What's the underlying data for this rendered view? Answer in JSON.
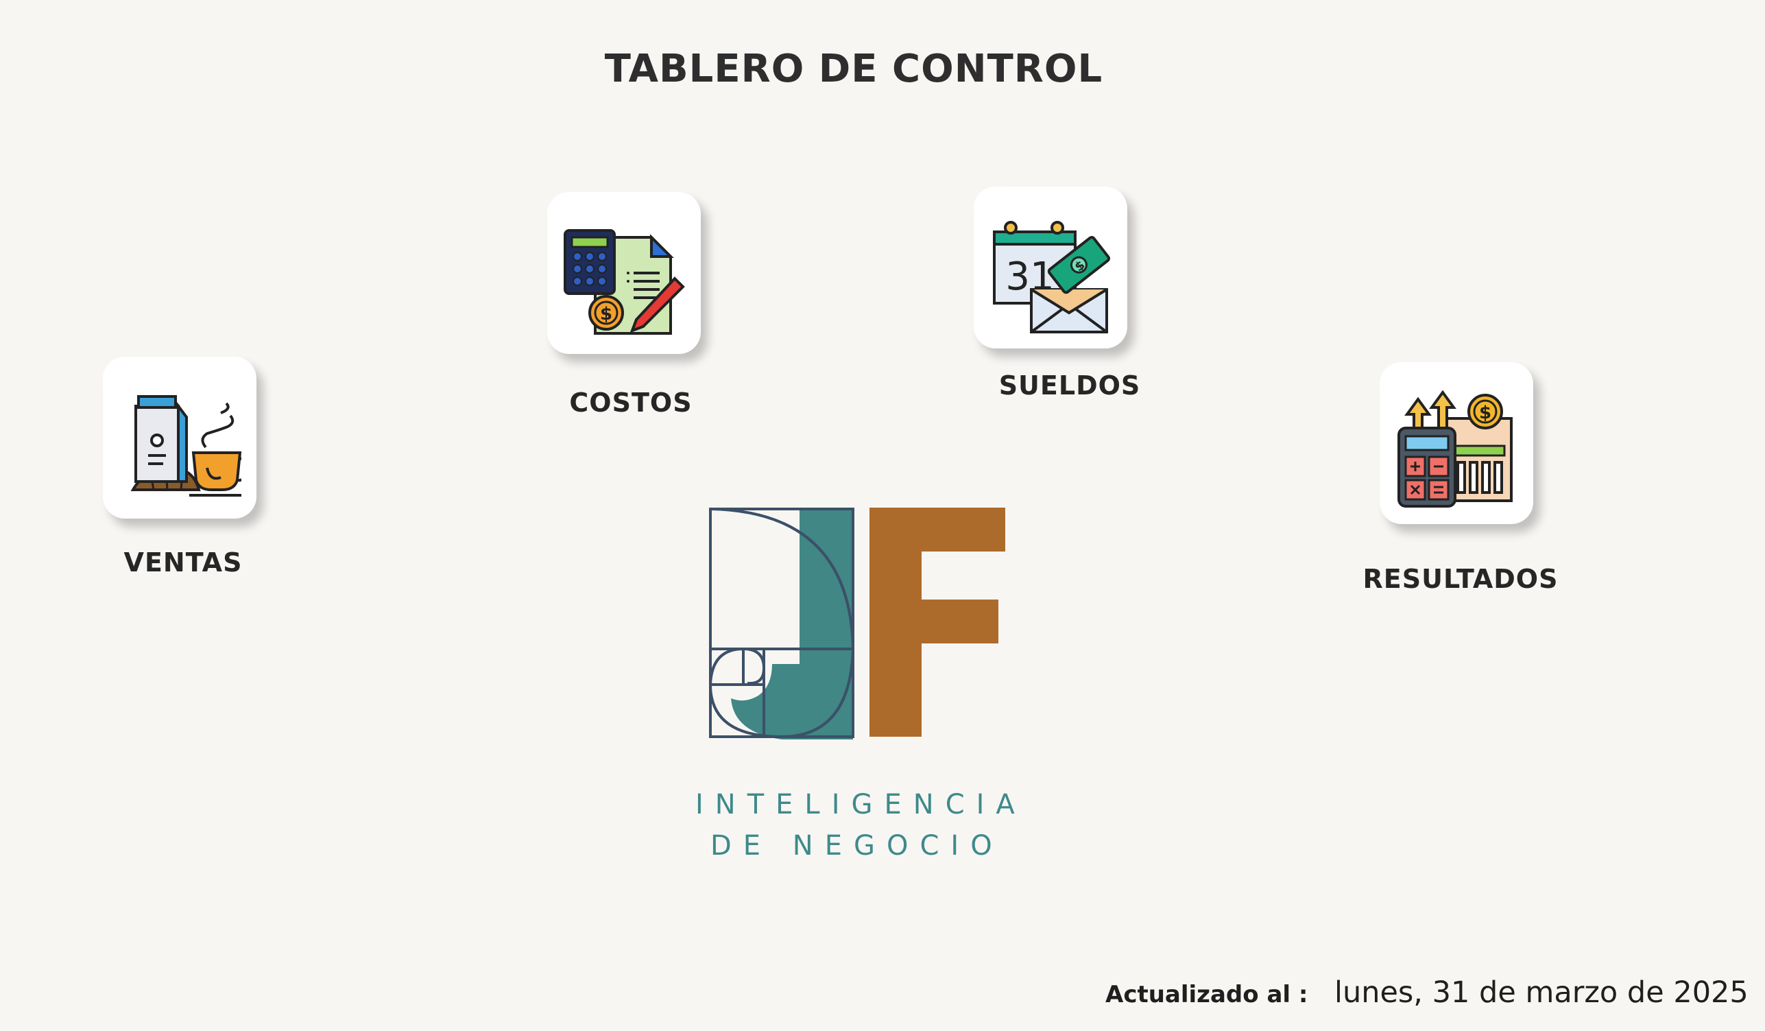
{
  "page": {
    "title": "TABLERO DE CONTROL"
  },
  "tiles": {
    "ventas": {
      "label": "VENTAS",
      "icon": "milk-coffee-croissant-icon"
    },
    "costos": {
      "label": "COSTOS",
      "icon": "calculator-invoice-icon"
    },
    "sueldos": {
      "label": "SUELDOS",
      "icon": "calendar-payment-envelope-icon"
    },
    "resultados": {
      "label": "RESULTADOS",
      "icon": "calculator-growth-report-icon"
    }
  },
  "brand": {
    "logo_icon": "jf-logo-icon",
    "line1": "INTELIGENCIA",
    "line2": "DE NEGOCIO",
    "colors": {
      "teal": "#408785",
      "brown": "#ad6b2b",
      "navy": "#3c5068"
    }
  },
  "footer": {
    "updated_label": "Actualizado al :",
    "updated_value": "lunes, 31 de marzo de 2025"
  }
}
